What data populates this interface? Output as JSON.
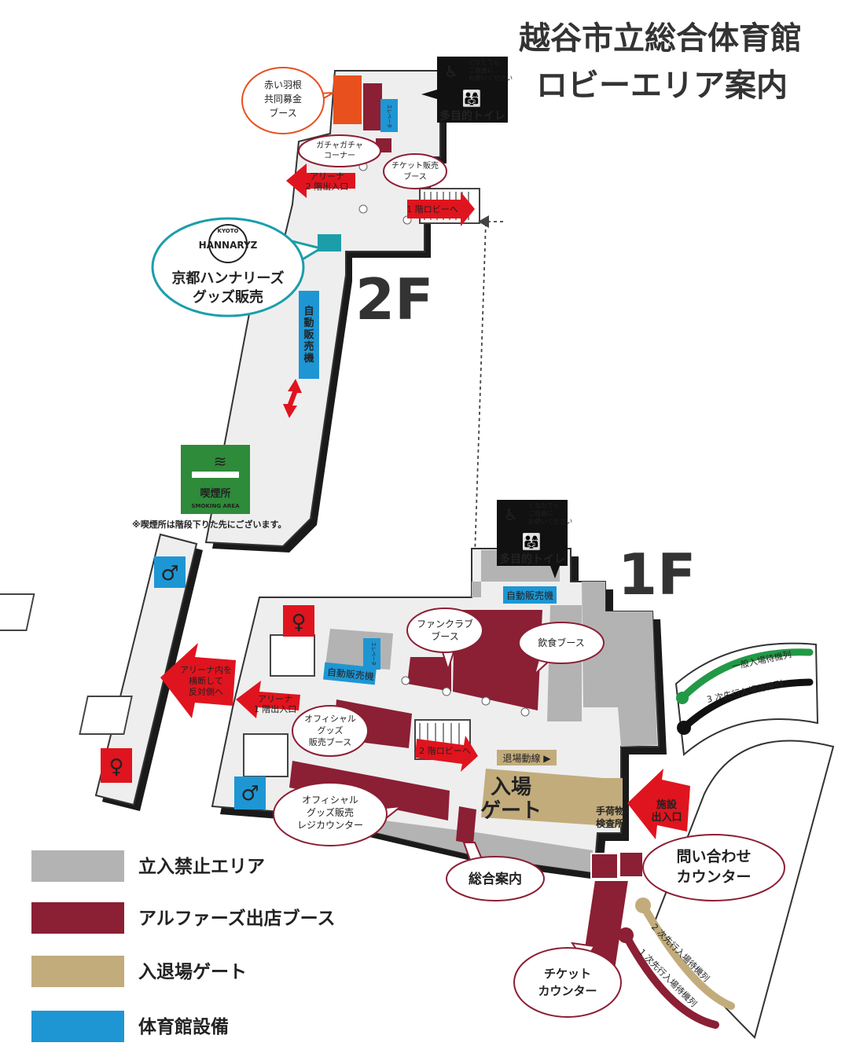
{
  "title": {
    "line1": "越谷市立総合体育館",
    "line2": "ロビーエリア案内"
  },
  "floors": {
    "second": "2F",
    "first": "1F"
  },
  "colors": {
    "restricted": "#b3b3b3",
    "booth": "#8b1f34",
    "gate": "#c2ac7c",
    "facility": "#1e96d4",
    "red_arrow": "#e0141e",
    "red_feather": "#e8501e",
    "hannaryz": "#1b9eaa",
    "smoking": "#2e8b3a"
  },
  "second_floor": {
    "red_feather": "赤い羽根\n共同募金\nブース",
    "gacha": "ガチャガチャ\nコーナー",
    "ticket_booth": "チケット販売\nブース",
    "arena_entrance": "アリーナ\n2 階出入口",
    "to_lobby": "1 階ロビーへ",
    "hannaryz_logo": "HANNARYZ",
    "hannaryz_logo_top": "KYOTO",
    "hannaryz_goods": "京都ハンナリーズ\nグッズ販売",
    "vending": "自動\n販売機",
    "elevator": "エレベータ",
    "toilet_note": "どなたでも\nご自由に\nお使いください",
    "toilet_label": "多目的トイレ",
    "smoking_label": "喫煙所",
    "smoking_sub": "SMOKING AREA",
    "smoking_note": "※喫煙所は階段下りた先にございます。"
  },
  "first_floor": {
    "fanclub": "ファンクラブ\nブース",
    "food": "飲食ブース",
    "vending_top": "自動販売機",
    "vending_left": "自動販売機",
    "elevator": "エレベータ",
    "cross_arena": "アリーナ内を\n横断して\n反対側へ",
    "arena_entrance": "アリーナ\n1 階出入口",
    "official_goods": "オフィシャル\nグッズ\n販売ブース",
    "to_2f": "2 階ロビーへ",
    "exit_line": "退場動線 ▶",
    "gate": "入場\nゲート",
    "baggage": "手荷物\n検査所",
    "facility_entrance": "施設\n出入口",
    "official_register": "オフィシャル\nグッズ販売\nレジカウンター",
    "info": "総合案内",
    "inquiry": "問い合わせ\nカウンター",
    "ticket_counter": "チケット\nカウンター",
    "queue_general": "一般入場待機列",
    "queue_third": "3 次先行入場待機列",
    "queue_second": "2 次先行入場待機列",
    "queue_first": "1 次先行入場待機列",
    "toilet_note": "どなたでも\nご自由に\nお使いください",
    "toilet_label": "多目的トイレ"
  },
  "legend": [
    {
      "label": "立入禁止エリア",
      "color": "#b3b3b3"
    },
    {
      "label": "アルファーズ出店ブース",
      "color": "#8b1f34"
    },
    {
      "label": "入退場ゲート",
      "color": "#c2ac7c"
    },
    {
      "label": "体育館設備",
      "color": "#1e96d4"
    }
  ]
}
